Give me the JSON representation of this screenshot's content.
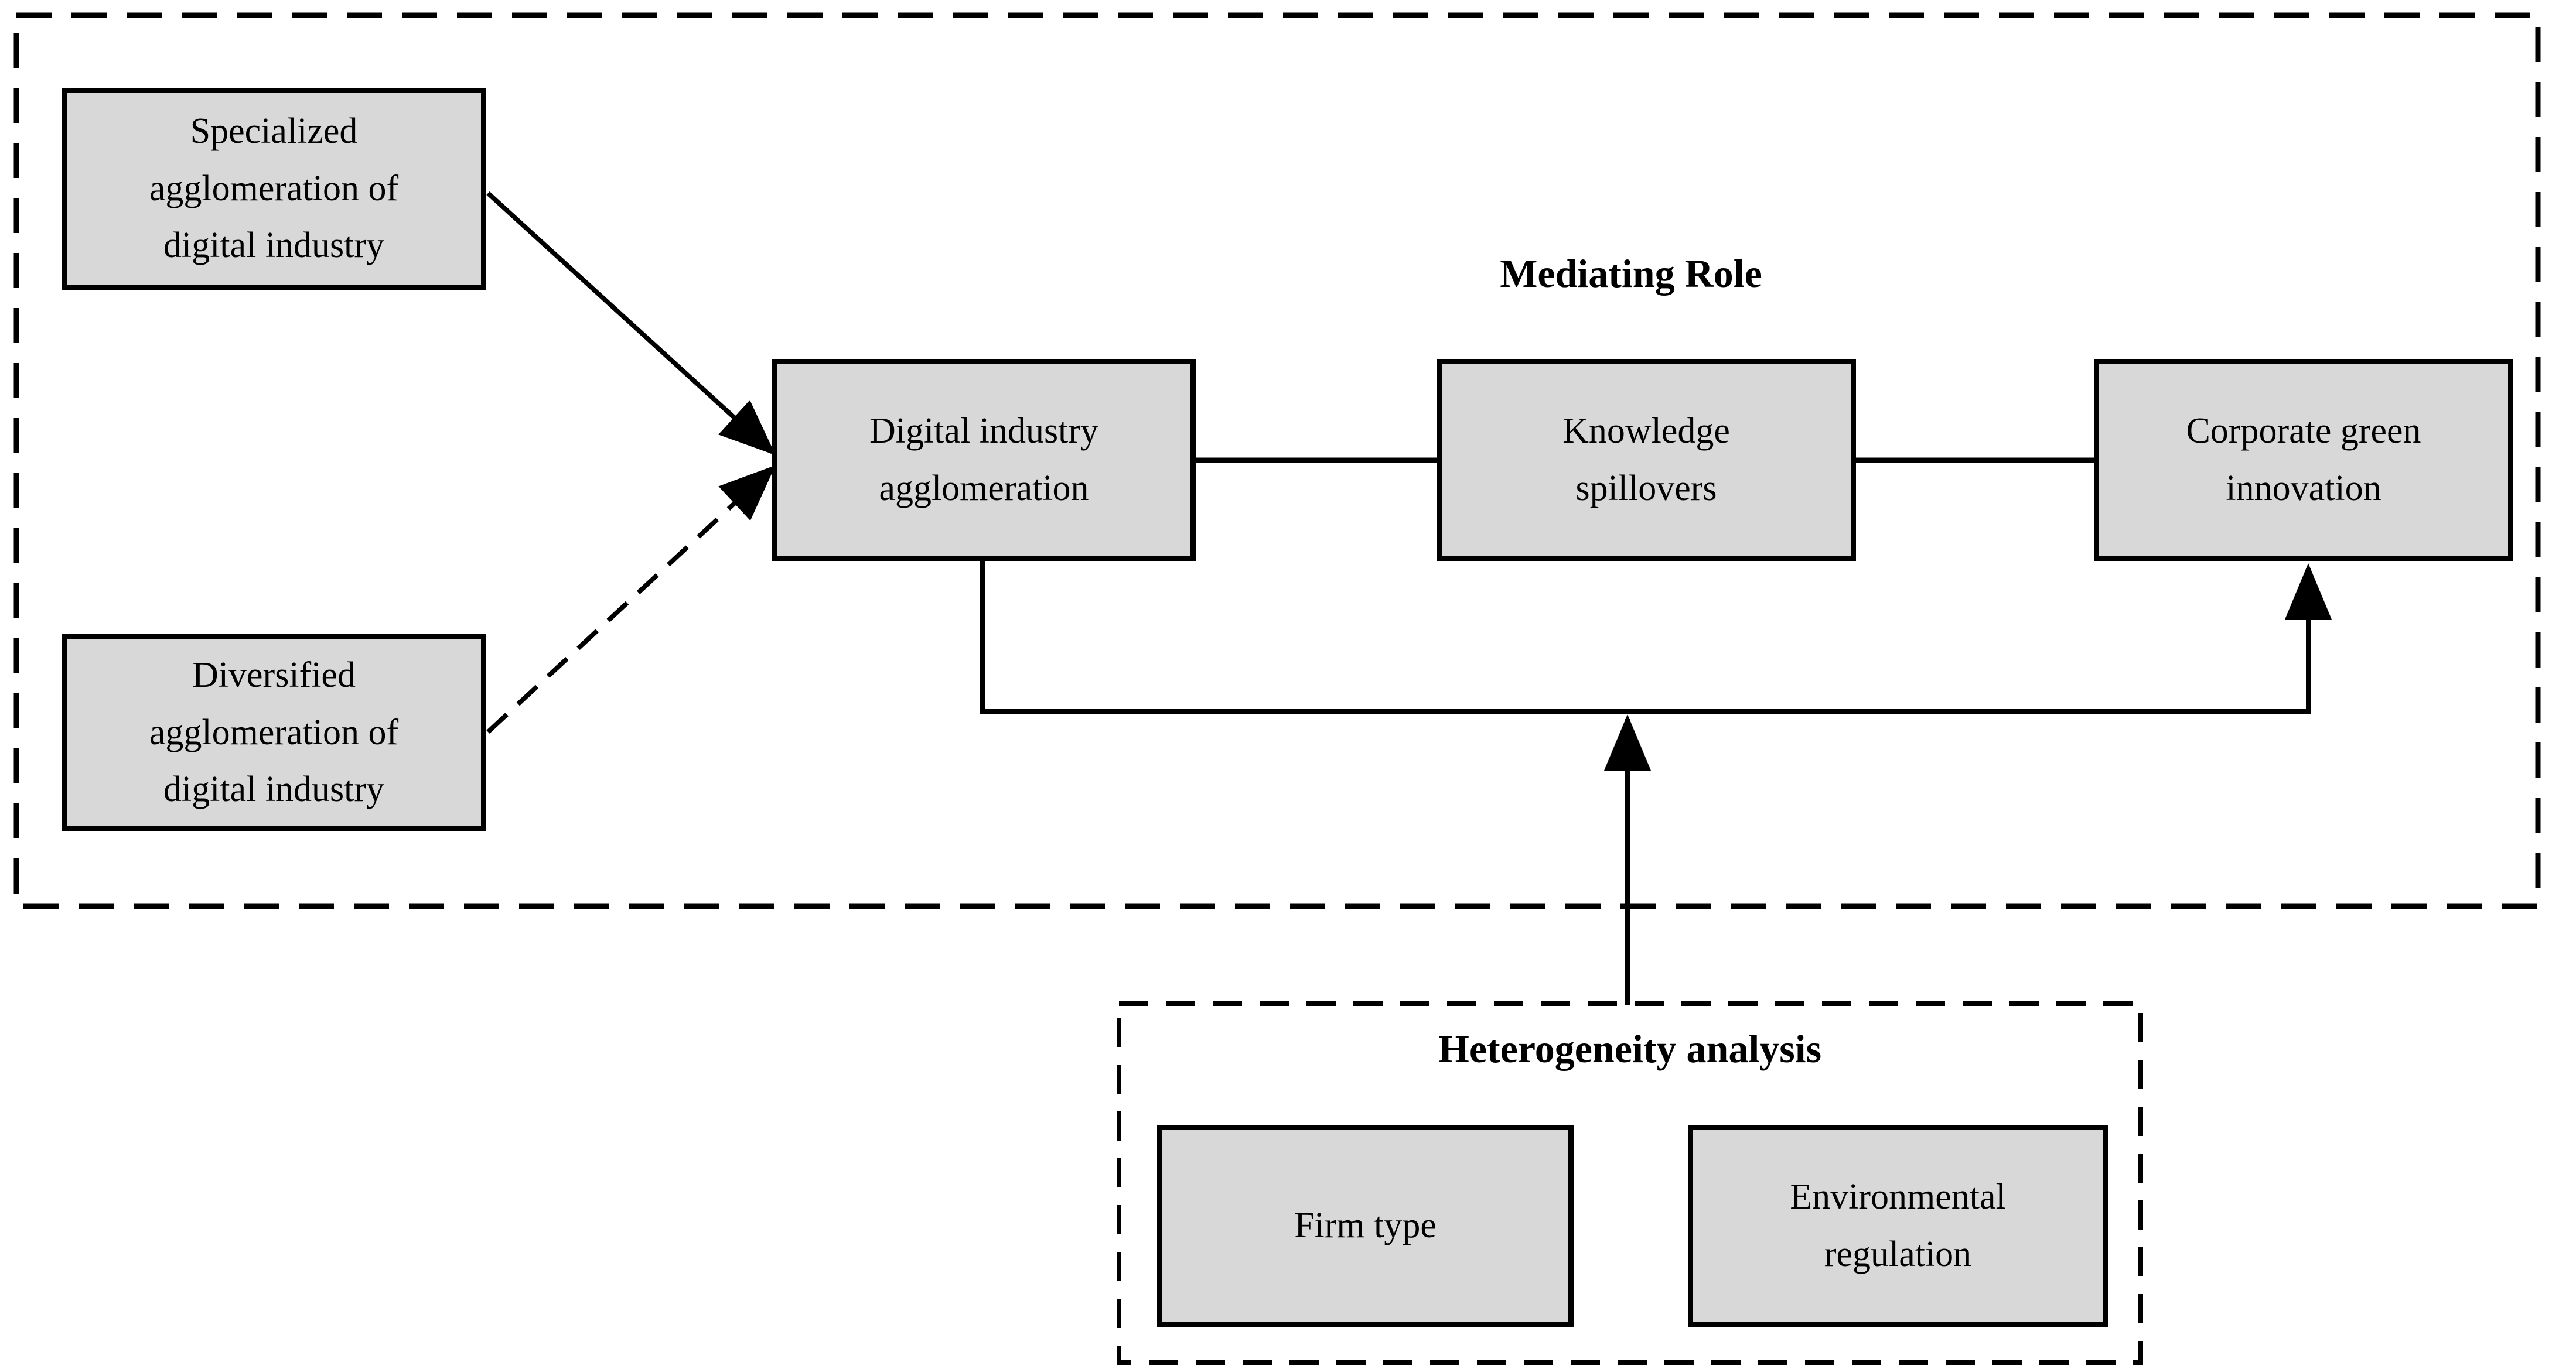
{
  "headings": {
    "mediating_role": "Mediating Role",
    "heterogeneity_analysis": "Heterogeneity analysis"
  },
  "boxes": {
    "specialized": {
      "text": "Specialized\nagglomeration of\ndigital industry"
    },
    "diversified": {
      "text": "Diversified\nagglomeration of\ndigital industry"
    },
    "digital_agglomeration": {
      "text": "Digital industry\nagglomeration"
    },
    "knowledge_spillovers": {
      "text": "Knowledge\nspillovers"
    },
    "corporate_green_innovation": {
      "text": "Corporate green\ninnovation"
    },
    "firm_type": {
      "text": "Firm type"
    },
    "environmental_regulation": {
      "text": "Environmental\nregulation"
    }
  },
  "colors": {
    "box_fill": "#d8d8d8",
    "stroke": "#000000",
    "bg": "#ffffff"
  }
}
